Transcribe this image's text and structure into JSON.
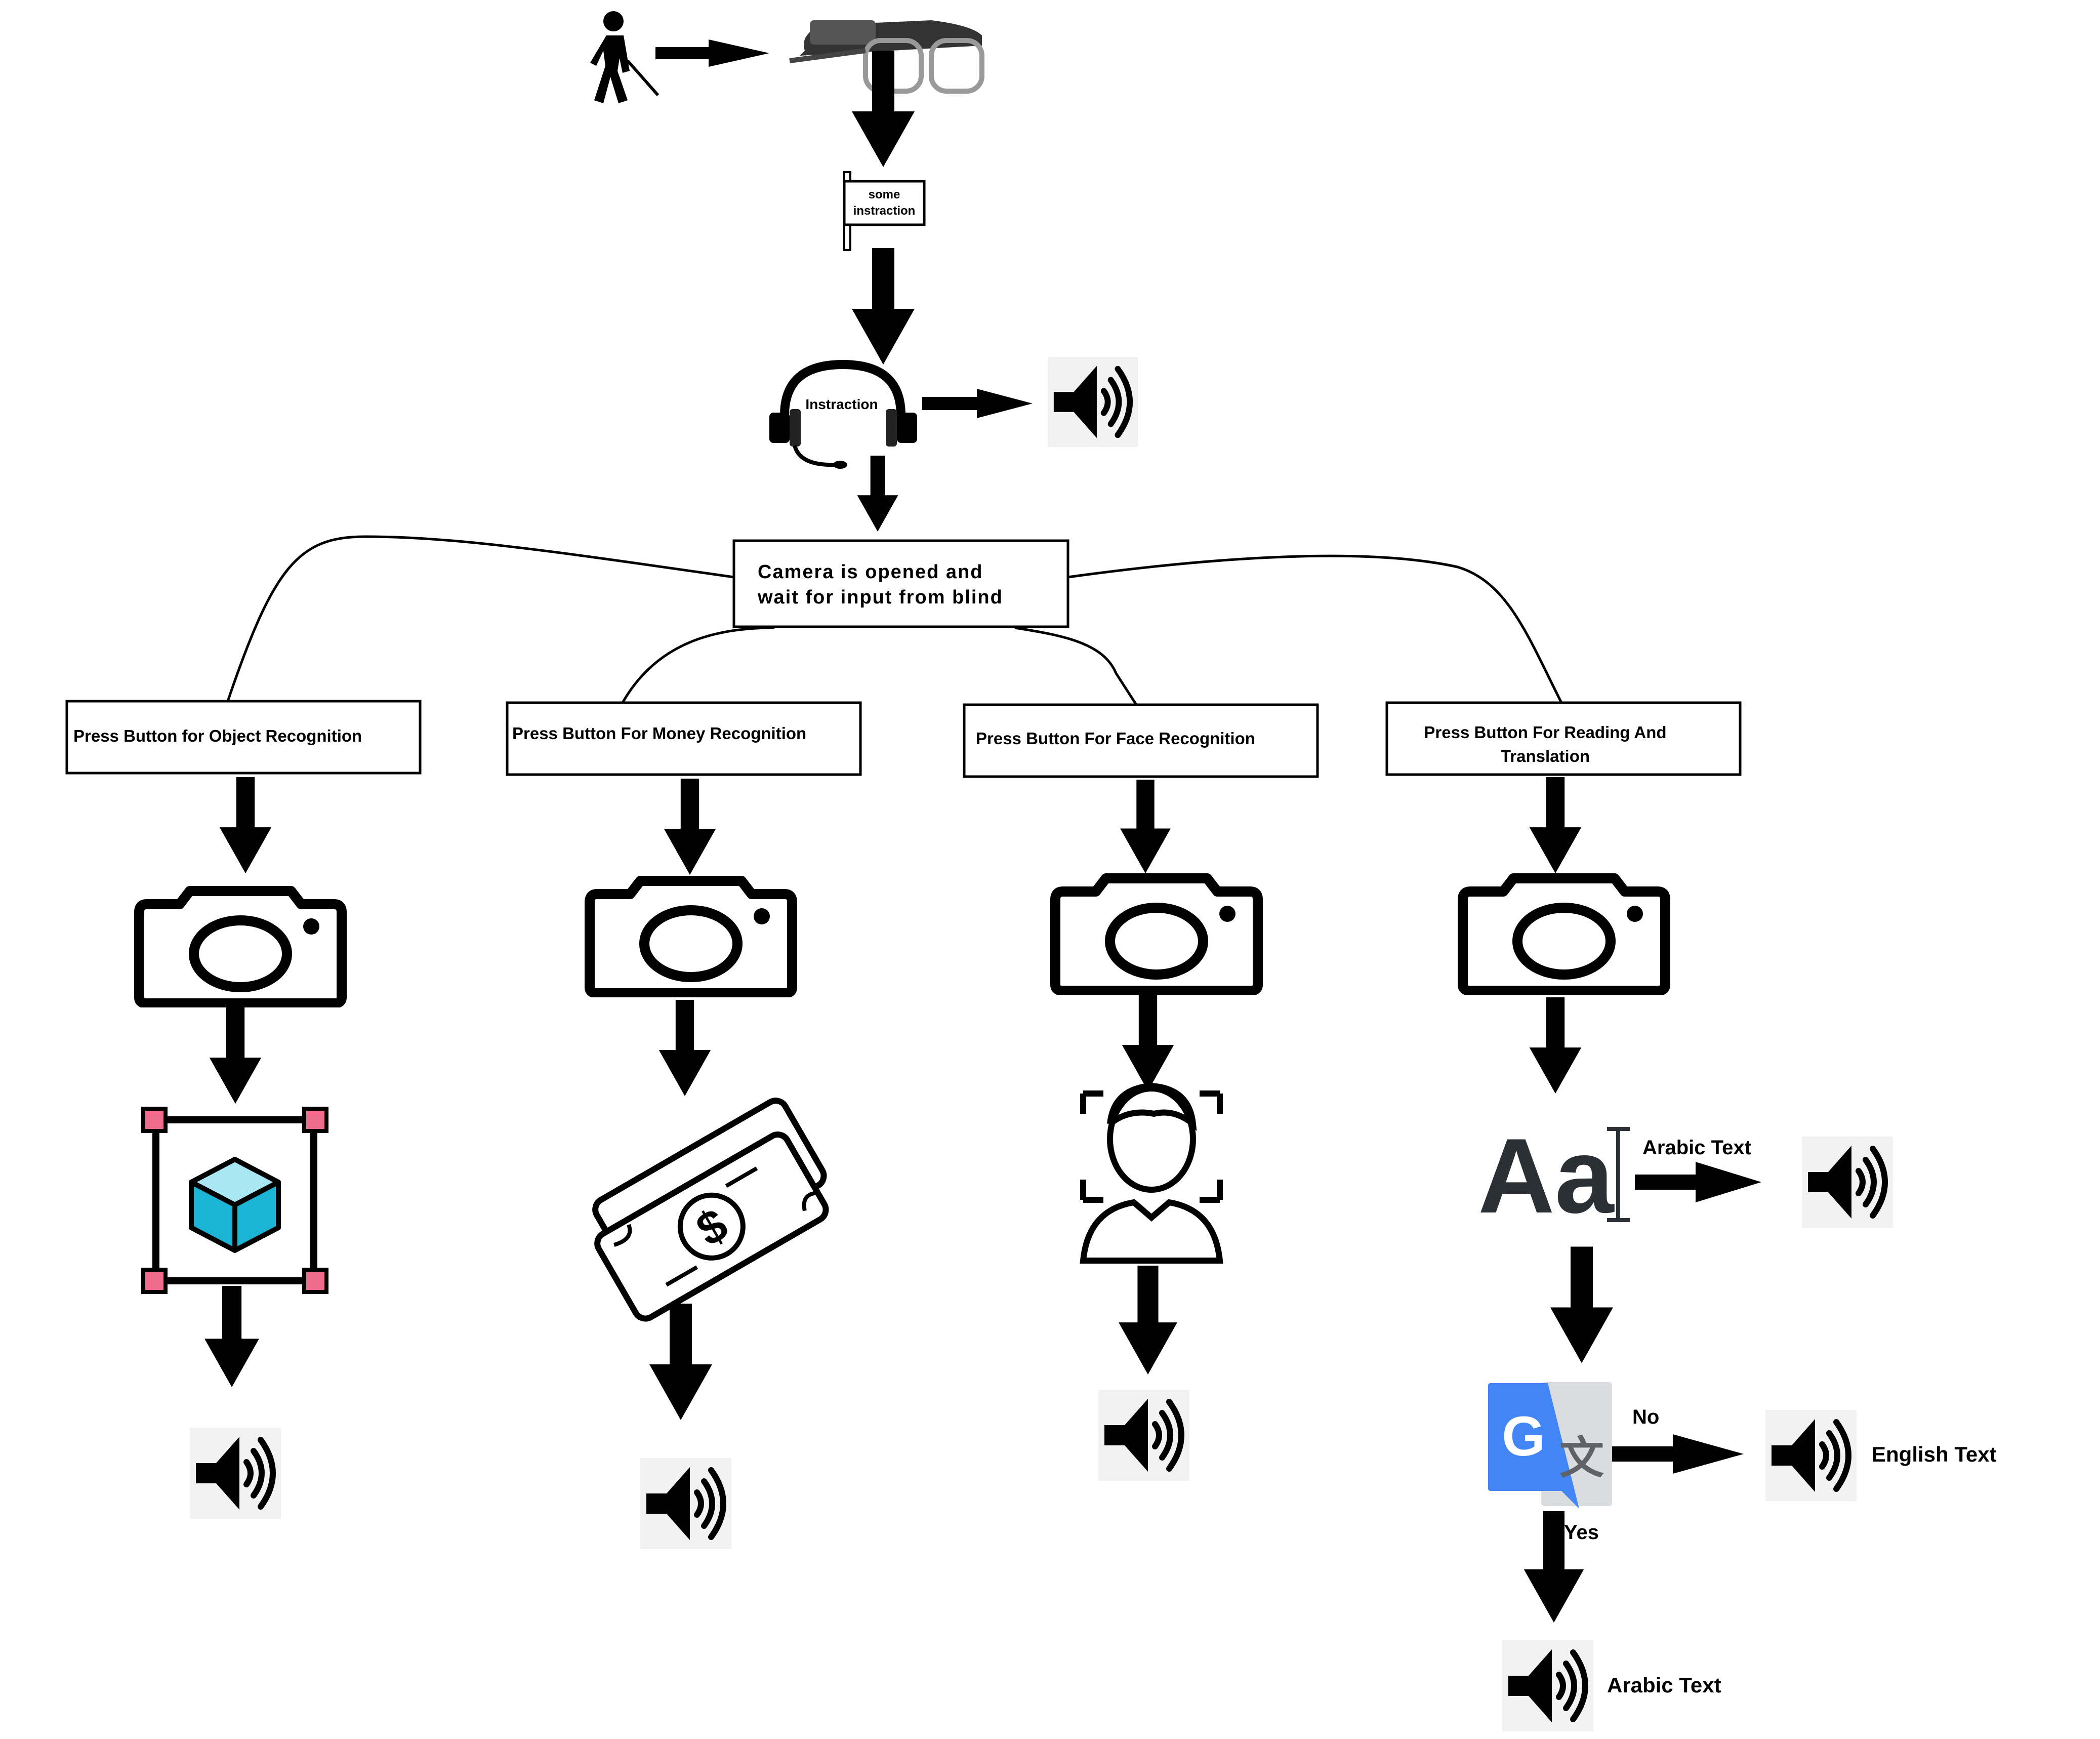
{
  "boxes": {
    "some_instruction_line1": "some",
    "some_instruction_line2": "instraction",
    "headphone_label": "Instraction",
    "camera_opened_line1": "Camera is opened and",
    "camera_opened_line2": "wait for input from blind",
    "object_button": "Press Button for Object Recognition",
    "money_button": "Press Button For Money Recognition",
    "face_button": "Press Button For Face Recognition",
    "reading_button_line1": "Press Button For Reading And",
    "reading_button_line2": "Translation"
  },
  "labels": {
    "arabic_text_top": "Arabic Text",
    "no": "No",
    "yes": "Yes",
    "english_text": "English Text",
    "arabic_text_bottom": "Arabic Text",
    "aa_glyph": "Aa",
    "google_g": "G",
    "translate_glyph": "文"
  },
  "icons": [
    "blind-person-icon",
    "smart-glasses-icon",
    "headphones-icon",
    "speaker-icon",
    "camera-icon",
    "object-detection-icon",
    "money-icon",
    "face-recognition-icon",
    "text-recognition-icon",
    "google-translate-icon"
  ],
  "colors": {
    "object_cube_top": "#a8e6f4",
    "object_cube_side": "#1cb4d6",
    "object_corner": "#f06b8a",
    "translate_blue": "#4285f4",
    "translate_gray": "#dadce0",
    "ink": "#000000"
  }
}
